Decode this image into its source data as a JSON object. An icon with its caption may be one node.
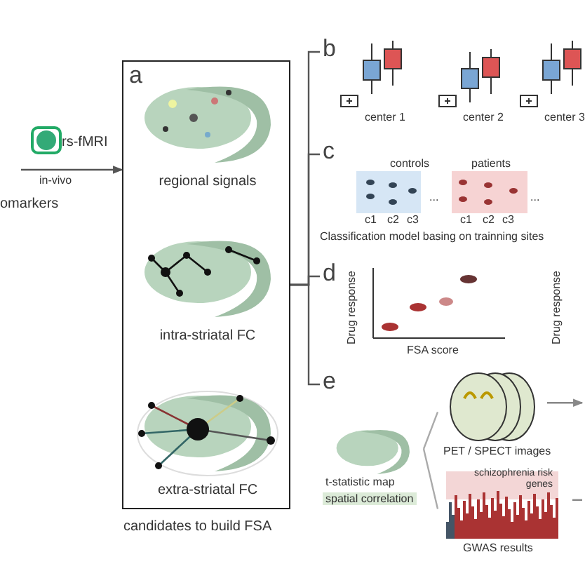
{
  "diagram": {
    "nodes": [
      {
        "text": [
          "a",
          "candidates to build FSA"
        ]
      },
      {
        "text": [
          "regional signals"
        ],
        "in": 0
      },
      {
        "text": [
          "intra-striatal FC"
        ],
        "in": 0
      },
      {
        "text": [
          "extra-striatal FC"
        ],
        "in": 0
      },
      {
        "text": [
          "b"
        ]
      },
      {
        "text": [
          "c",
          "Classification model basing on trainning sites"
        ]
      },
      {
        "text": [
          "d"
        ]
      },
      {
        "text": [
          "e"
        ]
      },
      {
        "text": [
          "t-statistic map",
          "spatial correlation"
        ],
        "in": 7
      },
      {
        "text": [
          "PET / SPECT images"
        ],
        "in": 7
      },
      {
        "text": [
          "schizophrenia risk genes",
          "GWAS results"
        ],
        "in": 7
      }
    ],
    "edges": [
      {
        "from": null,
        "to": 0,
        "arrow": "to",
        "label": "in-vivo"
      },
      {
        "from": 0,
        "to": 4,
        "arrow": "none"
      },
      {
        "from": 0,
        "to": 5,
        "arrow": "none"
      },
      {
        "from": 0,
        "to": 6,
        "arrow": "none"
      },
      {
        "from": 0,
        "to": 7,
        "arrow": "none"
      },
      {
        "from": 8,
        "to": 9,
        "arrow": "none",
        "color": "#aaaaaa"
      },
      {
        "from": 8,
        "to": 10,
        "arrow": "none",
        "color": "#aaaaaa"
      },
      {
        "from": 9,
        "to": null,
        "arrow": "to",
        "color": "#888888"
      },
      {
        "from": 10,
        "to": null,
        "arrow": "none",
        "color": "#888888"
      }
    ],
    "labels": [
      "omarkers",
      "rs-fMRI",
      "center 1",
      "center 2",
      "center 3",
      "controls",
      "patients",
      "c1",
      "c2",
      "c3",
      "...",
      "c1",
      "c2",
      "c3",
      "...",
      "Drug response",
      "FSA score",
      "Drug response"
    ]
  }
}
